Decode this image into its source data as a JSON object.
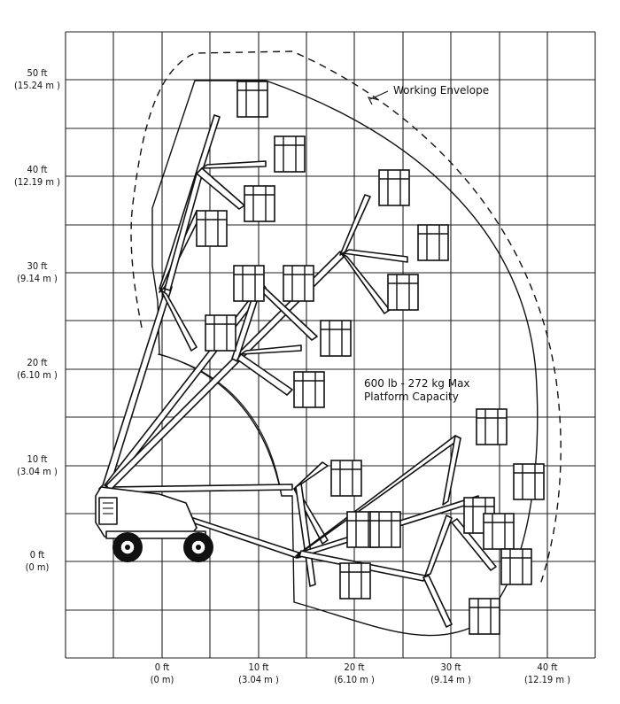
{
  "y_axis": {
    "ticks": [
      {
        "ft": "50 ft",
        "m": "(15.24 m )"
      },
      {
        "ft": "40 ft",
        "m": "(12.19 m )"
      },
      {
        "ft": "30 ft",
        "m": "(9.14 m )"
      },
      {
        "ft": "20 ft",
        "m": "(6.10 m )"
      },
      {
        "ft": "10 ft",
        "m": "(3.04 m )"
      },
      {
        "ft": "0 ft",
        "m": "(0 m)"
      }
    ]
  },
  "x_axis": {
    "ticks": [
      {
        "ft": "0 ft",
        "m": "(0 m)"
      },
      {
        "ft": "10 ft",
        "m": "(3.04 m )"
      },
      {
        "ft": "20 ft",
        "m": "(6.10 m )"
      },
      {
        "ft": "30 ft",
        "m": "(9.14 m )"
      },
      {
        "ft": "40 ft",
        "m": "(12.19 m )"
      }
    ]
  },
  "annotations": {
    "working_envelope": "Working Envelope",
    "capacity_line1": "600 lb - 272 kg Max",
    "capacity_line2": "Platform Capacity"
  }
}
